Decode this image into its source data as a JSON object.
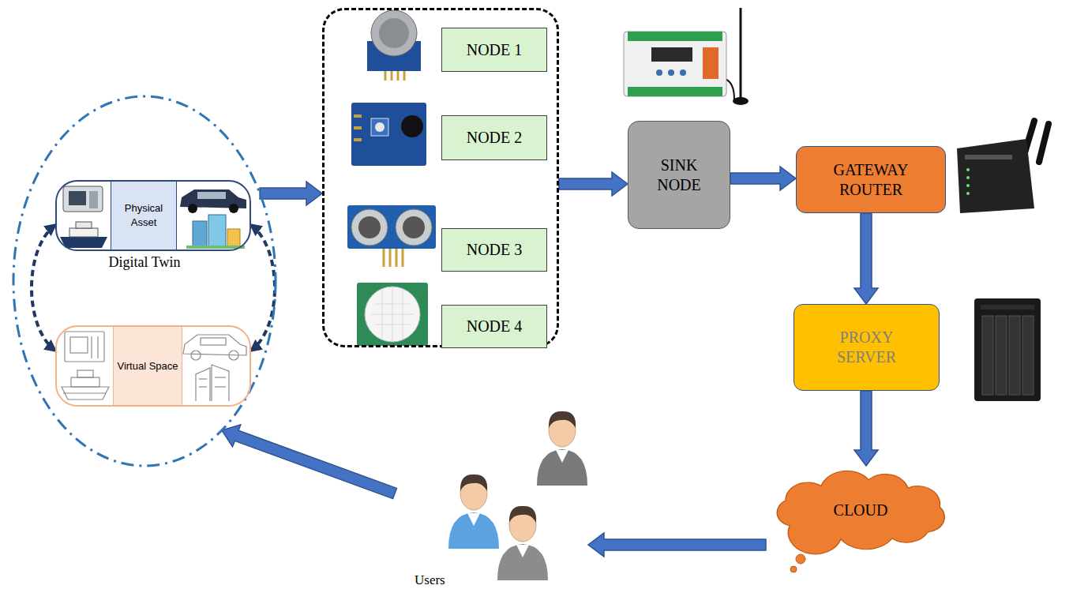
{
  "diagram": {
    "nodes": [
      {
        "text": [
          "Digital Twin"
        ]
      },
      {
        "text": [
          "Physical Asset"
        ],
        "in": 0
      },
      {
        "text": [
          "Virtual Space"
        ],
        "in": 0
      },
      {
        "text": []
      },
      {
        "text": [
          "NODE 1"
        ],
        "in": 3
      },
      {
        "text": [
          "NODE 2"
        ],
        "in": 3
      },
      {
        "text": [
          "NODE 3"
        ],
        "in": 3
      },
      {
        "text": [
          "NODE 4"
        ],
        "in": 3
      },
      {
        "text": [
          "SINK NODE"
        ]
      },
      {
        "text": [
          "GATEWAY ROUTER"
        ]
      },
      {
        "text": [
          "PROXY SERVER"
        ]
      },
      {
        "text": [
          "CLOUD"
        ]
      },
      {
        "text": [
          "Users"
        ]
      }
    ],
    "edges": [
      {
        "from": 0,
        "to": 3,
        "arrow": "to"
      },
      {
        "from": 3,
        "to": 8,
        "arrow": "to"
      },
      {
        "from": 8,
        "to": 9,
        "arrow": "to"
      },
      {
        "from": 9,
        "to": 10,
        "arrow": "to"
      },
      {
        "from": 10,
        "to": 11,
        "arrow": "to"
      },
      {
        "from": 11,
        "to": 12,
        "arrow": "to"
      },
      {
        "from": 12,
        "to": 0,
        "arrow": "to"
      },
      {
        "from": 1,
        "to": 2,
        "arrow": "both"
      },
      {
        "from": 1,
        "to": 2,
        "arrow": "both"
      }
    ]
  }
}
